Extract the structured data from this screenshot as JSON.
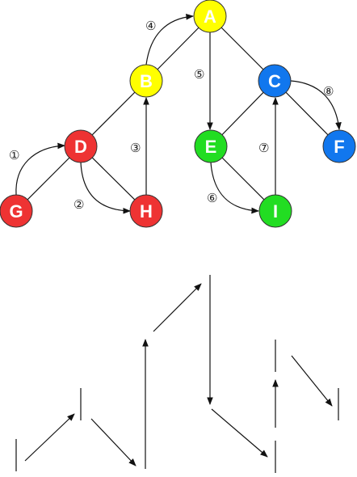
{
  "colors": {
    "yellow": "#ffff00",
    "red": "#ee3333",
    "green": "#22dd22",
    "blue": "#1177ee"
  },
  "nodes": [
    {
      "id": "A",
      "label": "A",
      "color": "yellow"
    },
    {
      "id": "B",
      "label": "B",
      "color": "yellow"
    },
    {
      "id": "C",
      "label": "C",
      "color": "blue"
    },
    {
      "id": "D",
      "label": "D",
      "color": "red"
    },
    {
      "id": "E",
      "label": "E",
      "color": "green"
    },
    {
      "id": "F",
      "label": "F",
      "color": "blue"
    },
    {
      "id": "G",
      "label": "G",
      "color": "red"
    },
    {
      "id": "H",
      "label": "H",
      "color": "red"
    },
    {
      "id": "I",
      "label": "I",
      "color": "green"
    }
  ],
  "edges": [
    {
      "from": "A",
      "to": "B"
    },
    {
      "from": "A",
      "to": "C"
    },
    {
      "from": "B",
      "to": "D"
    },
    {
      "from": "D",
      "to": "G"
    },
    {
      "from": "D",
      "to": "H"
    },
    {
      "from": "C",
      "to": "E"
    },
    {
      "from": "C",
      "to": "F"
    },
    {
      "from": "E",
      "to": "I"
    }
  ],
  "traversal": [
    {
      "step": "①",
      "from": "G",
      "to": "D"
    },
    {
      "step": "②",
      "from": "D",
      "to": "H"
    },
    {
      "step": "③",
      "from": "H",
      "to": "B"
    },
    {
      "step": "④",
      "from": "B",
      "to": "A"
    },
    {
      "step": "⑤",
      "from": "A",
      "to": "E"
    },
    {
      "step": "⑥",
      "from": "E",
      "to": "I"
    },
    {
      "step": "⑦",
      "from": "I",
      "to": "C"
    },
    {
      "step": "⑧",
      "from": "C",
      "to": "F"
    }
  ]
}
